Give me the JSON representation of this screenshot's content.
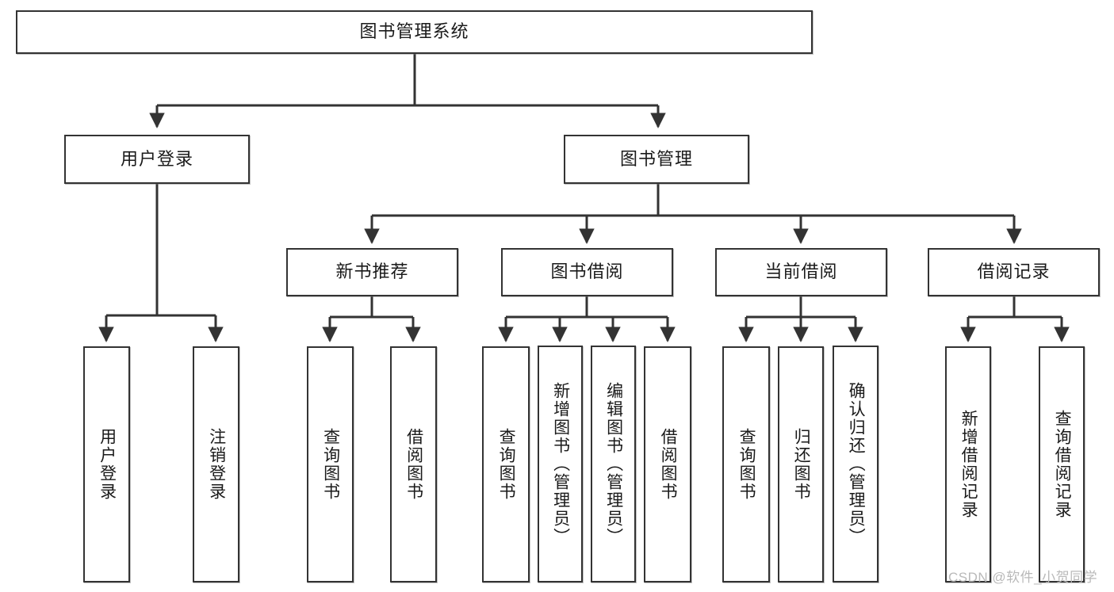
{
  "diagram": {
    "title": "图书管理系统",
    "root": {
      "label": "图书管理系统"
    },
    "level2": [
      {
        "label": "用户登录"
      },
      {
        "label": "图书管理"
      }
    ],
    "level3": [
      {
        "label": "新书推荐"
      },
      {
        "label": "图书借阅"
      },
      {
        "label": "当前借阅"
      },
      {
        "label": "借阅记录"
      }
    ],
    "leaves": {
      "user_login": [
        {
          "label": "用户登录"
        },
        {
          "label": "注销登录"
        }
      ],
      "new_book_recommend": [
        {
          "label": "查询图书"
        },
        {
          "label": "借阅图书"
        }
      ],
      "book_borrow": [
        {
          "label": "查询图书"
        },
        {
          "label": "新增图书（管理员）"
        },
        {
          "label": "编辑图书（管理员）"
        },
        {
          "label": "借阅图书"
        }
      ],
      "current_borrow": [
        {
          "label": "查询图书"
        },
        {
          "label": "归还图书"
        },
        {
          "label": "确认归还（管理员）"
        }
      ],
      "borrow_record": [
        {
          "label": "新增借阅记录"
        },
        {
          "label": "查询借阅记录"
        }
      ]
    }
  },
  "watermark": {
    "text": "CSDN @软件_小贺同学"
  },
  "colors": {
    "border": "#333333",
    "text": "#1a1a1a",
    "background": "#ffffff",
    "watermark": "#b9b9b9"
  }
}
